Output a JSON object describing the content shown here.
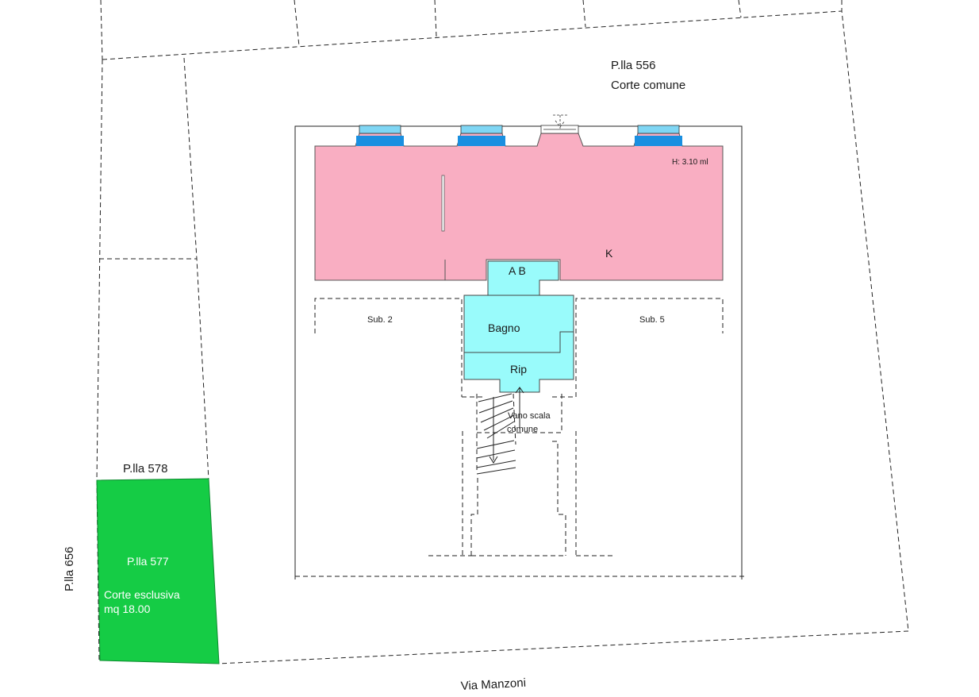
{
  "colors": {
    "main_unit": "#f9aec2",
    "service_rooms": "#99fbfb",
    "exclusive_yard": "#15cc45",
    "window": "#1a8fe0",
    "lines": "#222222"
  },
  "labels": {
    "parcel_556": "P.lla 556",
    "common_yard": "Corte comune",
    "height": "H: 3.10 ml",
    "room_k": "K",
    "room_ab": "A B",
    "room_bagno": "Bagno",
    "room_rip": "Rip",
    "sub_2": "Sub. 2",
    "sub_5": "Sub. 5",
    "stair_line1": "Vano scala",
    "stair_line2": "comune",
    "parcel_578": "P.lla 578",
    "parcel_656": "P.lla 656",
    "parcel_577": "P.lla 577",
    "exclusive_line1": "Corte esclusiva",
    "exclusive_line2": "mq 18.00",
    "street": "Via Manzoni"
  }
}
